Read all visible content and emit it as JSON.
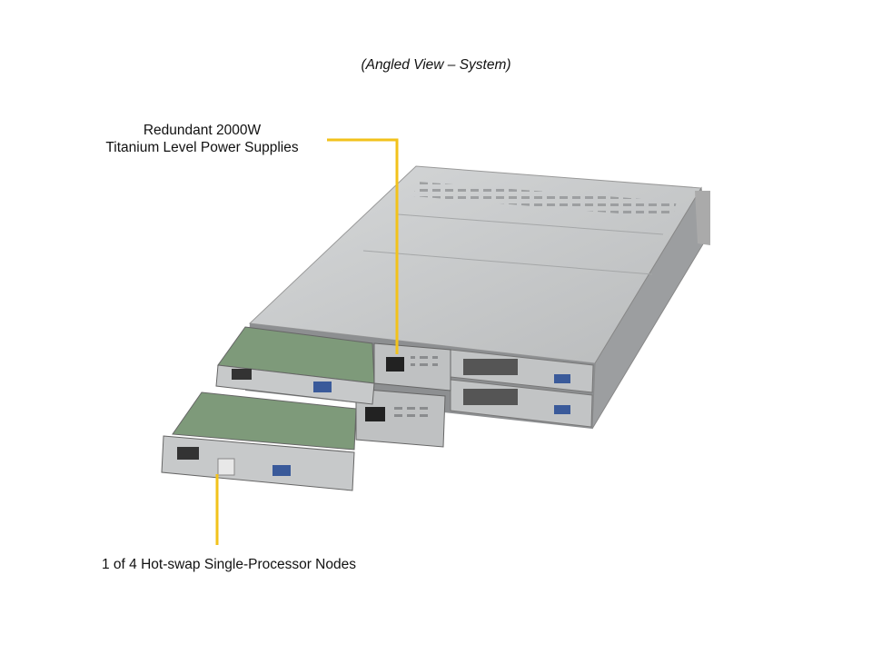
{
  "title": "(Angled View – System)",
  "callouts": {
    "psu": {
      "line1": "Redundant 2000W",
      "line2": "Titanium Level Power Supplies"
    },
    "node": {
      "text": "1 of 4 Hot-swap Single-Processor Nodes"
    }
  },
  "colors": {
    "callout_line": "#f2c21b",
    "chassis": "#c9cbcc"
  }
}
